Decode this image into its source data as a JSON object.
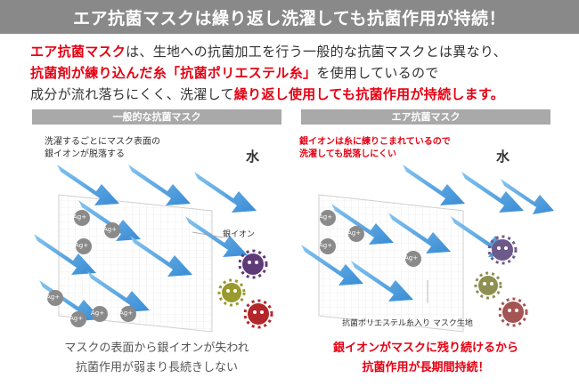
{
  "banner": {
    "title": "エア抗菌マスクは繰り返し洗濯しても抗菌作用が持続！"
  },
  "intro": {
    "l1_a": "エア抗菌マスク",
    "l1_b": "は、生地への抗菌加工を行う一般的な抗菌マスクとは異なり、",
    "l2_a": "抗菌剤が練り込んだ糸「抗菌ポリエステル糸」",
    "l2_b": "を使用しているので",
    "l3_a": "成分が流れ落ちにくく、洗濯して",
    "l3_b": "繰り返し使用しても抗菌作用が持続します。"
  },
  "left_panel": {
    "header": "一般的な抗菌マスク",
    "note_l1": "洗濯するごとにマスク表面の",
    "note_l2": "銀イオンが脱落する",
    "water": "水",
    "ion_label": "銀イオン",
    "ag": "Ag+",
    "caption_l1": "マスクの表面から銀イオンが失われ",
    "caption_l2": "抗菌作用が弱まり長続きしない"
  },
  "right_panel": {
    "header": "エア抗菌マスク",
    "note_l1": "銀イオンは糸に練りこまれているので",
    "note_l2": "洗濯しても脱落しにくい",
    "water": "水",
    "fabric_label": "抗菌ポリエステル糸入り マスク生地",
    "ag": "Ag+",
    "caption_l1": "銀イオンがマスクに残り続けるから",
    "caption_l2": "抗菌作用が長期間持続！"
  },
  "colors": {
    "banner": "#898989",
    "accent_red": "#e60012",
    "arrow_blue": "#3a8fd6",
    "panel_header": "#a9a9a9"
  }
}
